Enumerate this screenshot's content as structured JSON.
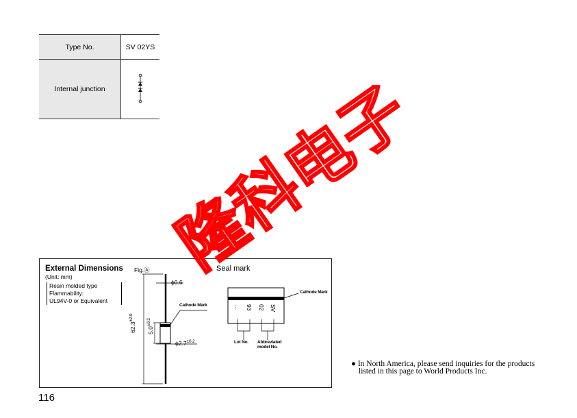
{
  "spec_table": {
    "rows": [
      {
        "label": "Type No.",
        "value": "SV 02YS"
      },
      {
        "label": "Internal junction",
        "value": "",
        "icon": "diode-symbol-icon"
      }
    ]
  },
  "dimensions": {
    "title": "External Dimensions",
    "unit": "(Unit: mm)",
    "notes": [
      "Resin molded type",
      "Flammability:",
      "UL94V-0 or Equivalent"
    ],
    "fig_label": "Fig.Ⓐ",
    "lead_diameter": "ϕ0.6",
    "body_diameter": "ϕ2.7",
    "body_diameter_tol": "±0.2",
    "total_length": "62.3",
    "total_length_tol": "±2.0",
    "body_length": "5.0",
    "body_length_tol": "±0.2",
    "cathode_mark": "Cathode Mark"
  },
  "seal_mark": {
    "title": "Seal mark",
    "chars": [
      "SV",
      "02",
      "93",
      "…"
    ],
    "cathode_mark": "Cathode Mark",
    "lot_label": "Lot No.",
    "abbr_label_1": "Abbreviated",
    "abbr_label_2": "model No."
  },
  "watermark": {
    "text": "隆科电子",
    "color": "#ff0000"
  },
  "note": {
    "line1": "In North America, please send inquiries for the products",
    "line2": "listed in this page to World Products Inc."
  },
  "page_number": "116"
}
